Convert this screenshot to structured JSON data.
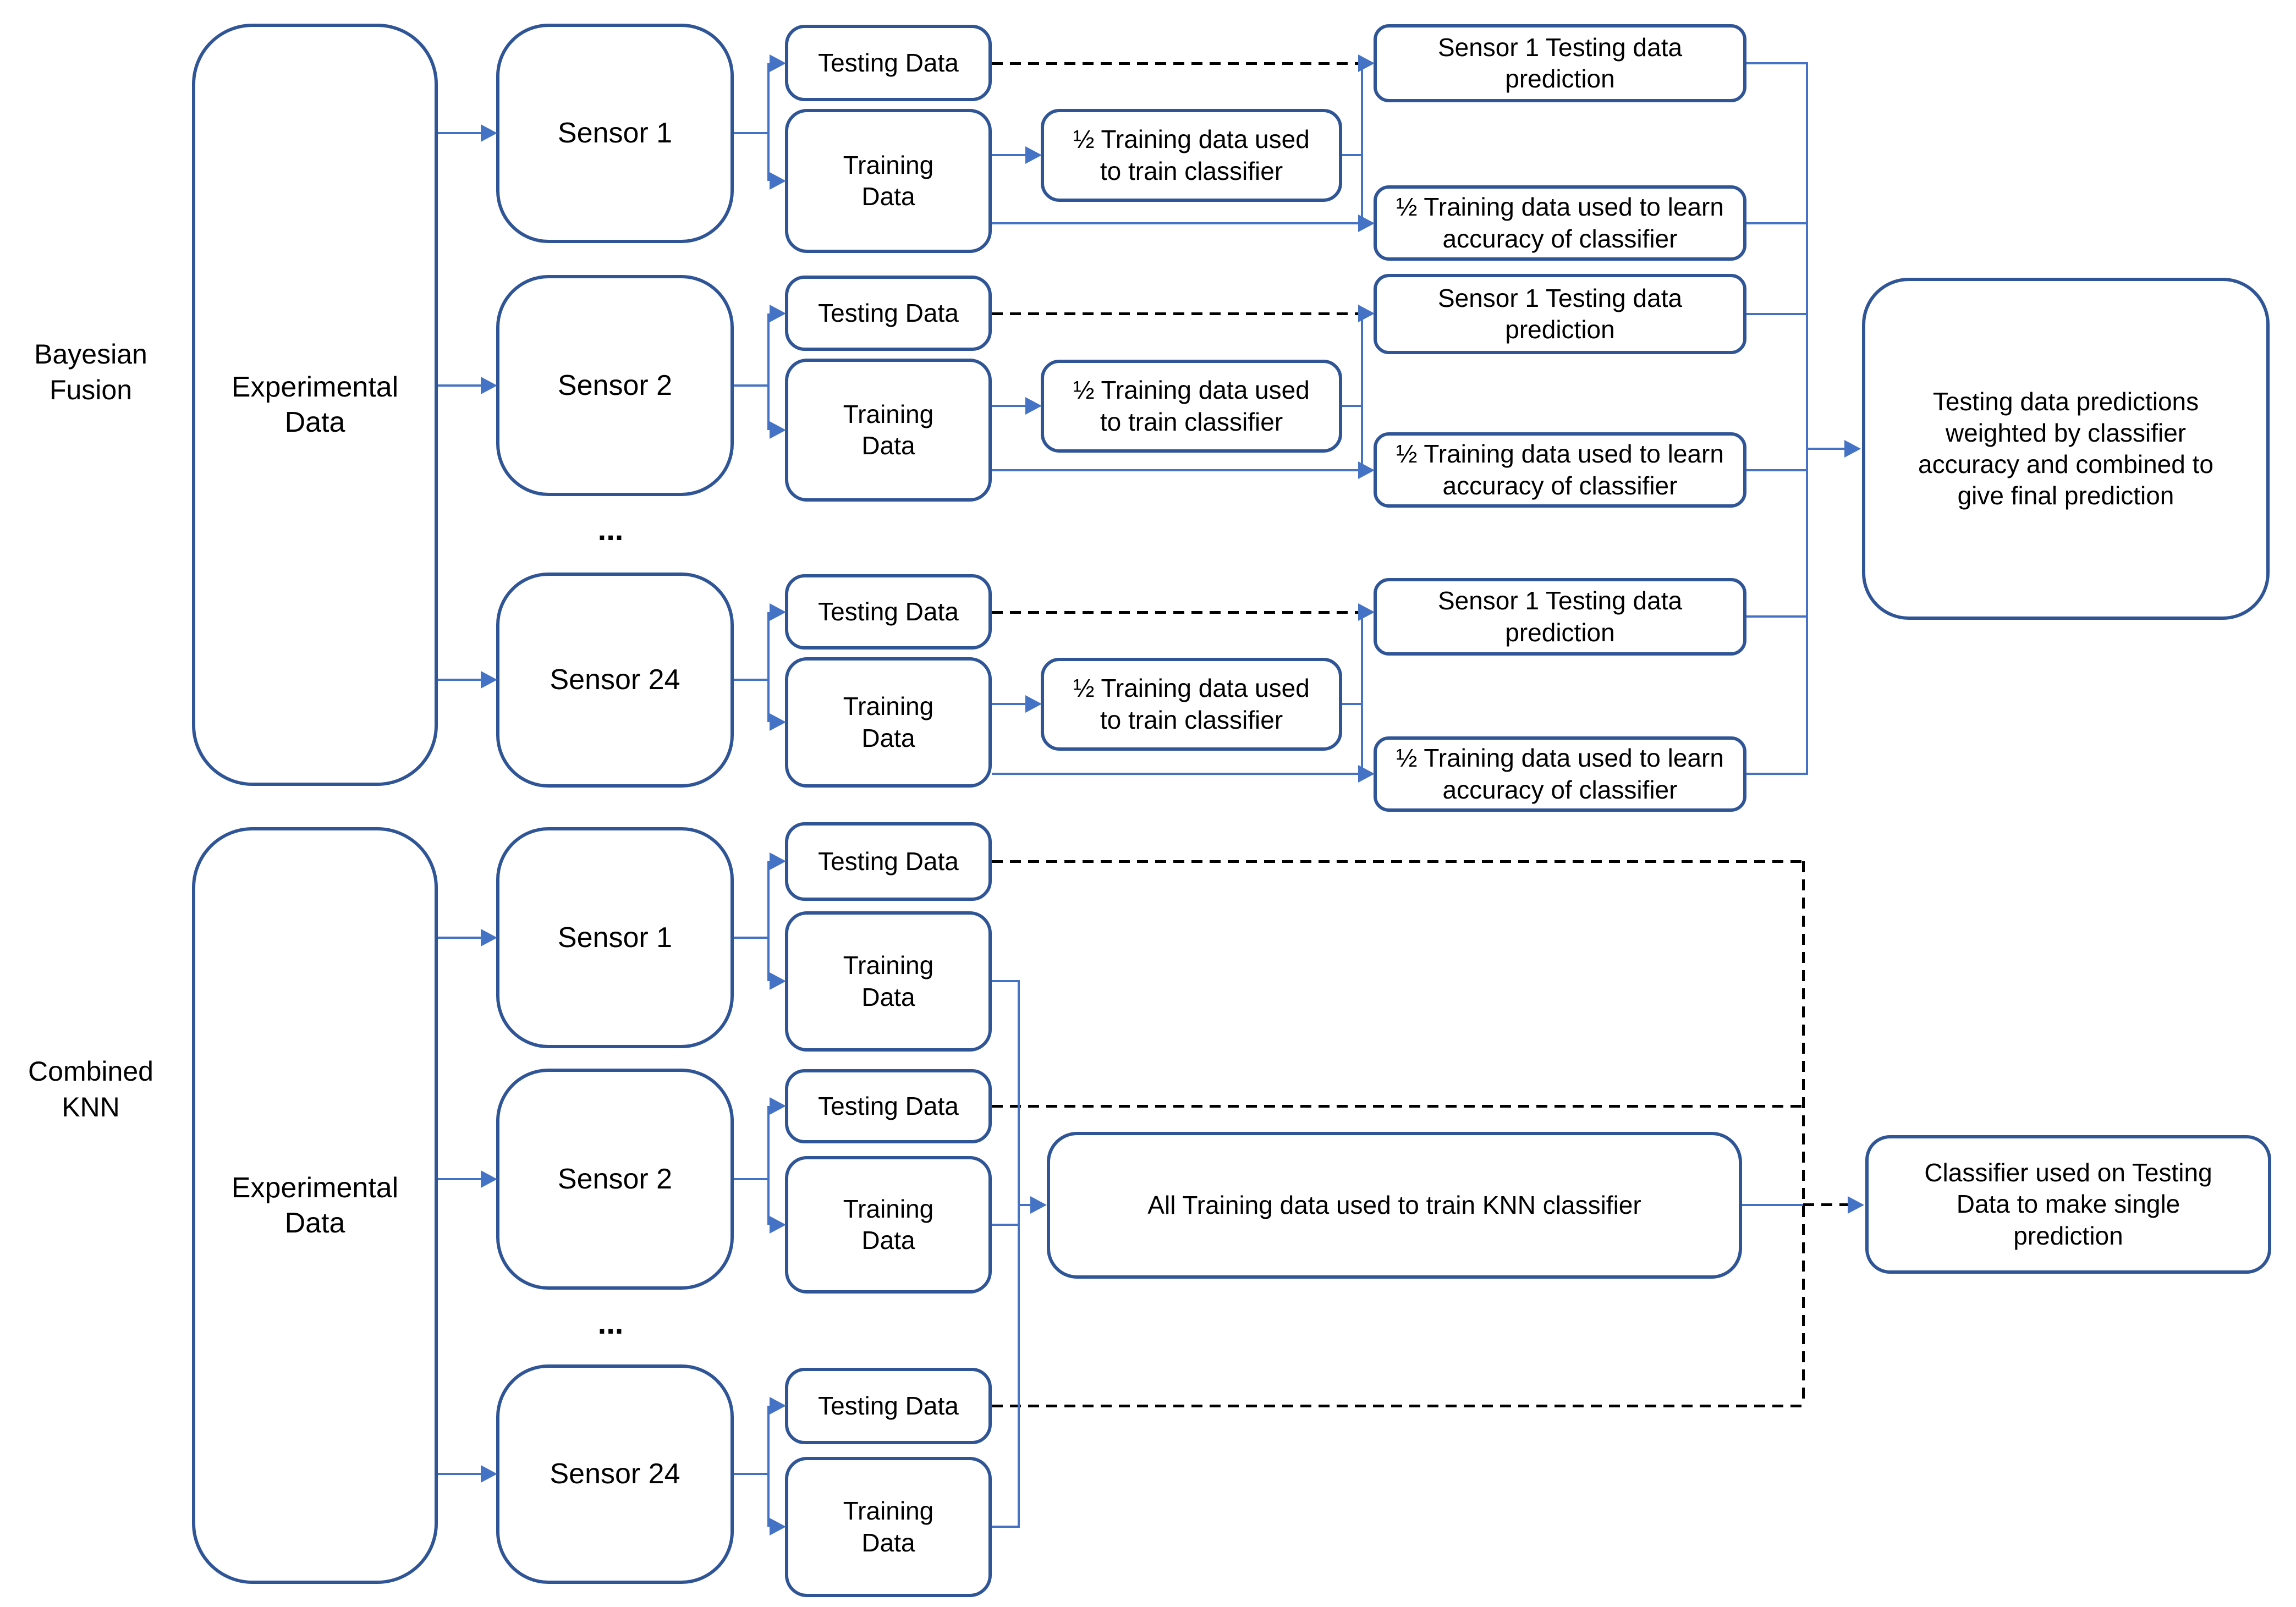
{
  "colors": {
    "box_border": "#2F5597",
    "connector_blue": "#4472C4",
    "dashed_black": "#000000",
    "text": "#000000",
    "background": "#FFFFFF"
  },
  "bayesian": {
    "section_label": "Bayesian Fusion",
    "experimental_label": "Experimental Data",
    "sensors": [
      "Sensor 1",
      "Sensor 2",
      "Sensor 24"
    ],
    "ellipsis": "...",
    "testing_label": "Testing Data",
    "training_label": "Training Data",
    "half_train_label": "½ Training data used to train classifier",
    "half_accuracy_label": "½ Training data used to learn accuracy of classifier",
    "prediction_label": "Sensor 1 Testing data prediction",
    "final_label": "Testing data predictions weighted by classifier accuracy and combined to give final prediction"
  },
  "knn": {
    "section_label": "Combined KNN",
    "experimental_label": "Experimental Data",
    "sensors": [
      "Sensor 1",
      "Sensor 2",
      "Sensor 24"
    ],
    "ellipsis": "...",
    "testing_label": "Testing Data",
    "training_label": "Training Data",
    "all_training_label": "All Training data used to train KNN classifier",
    "classifier_label": "Classifier used on Testing Data to make single prediction"
  }
}
